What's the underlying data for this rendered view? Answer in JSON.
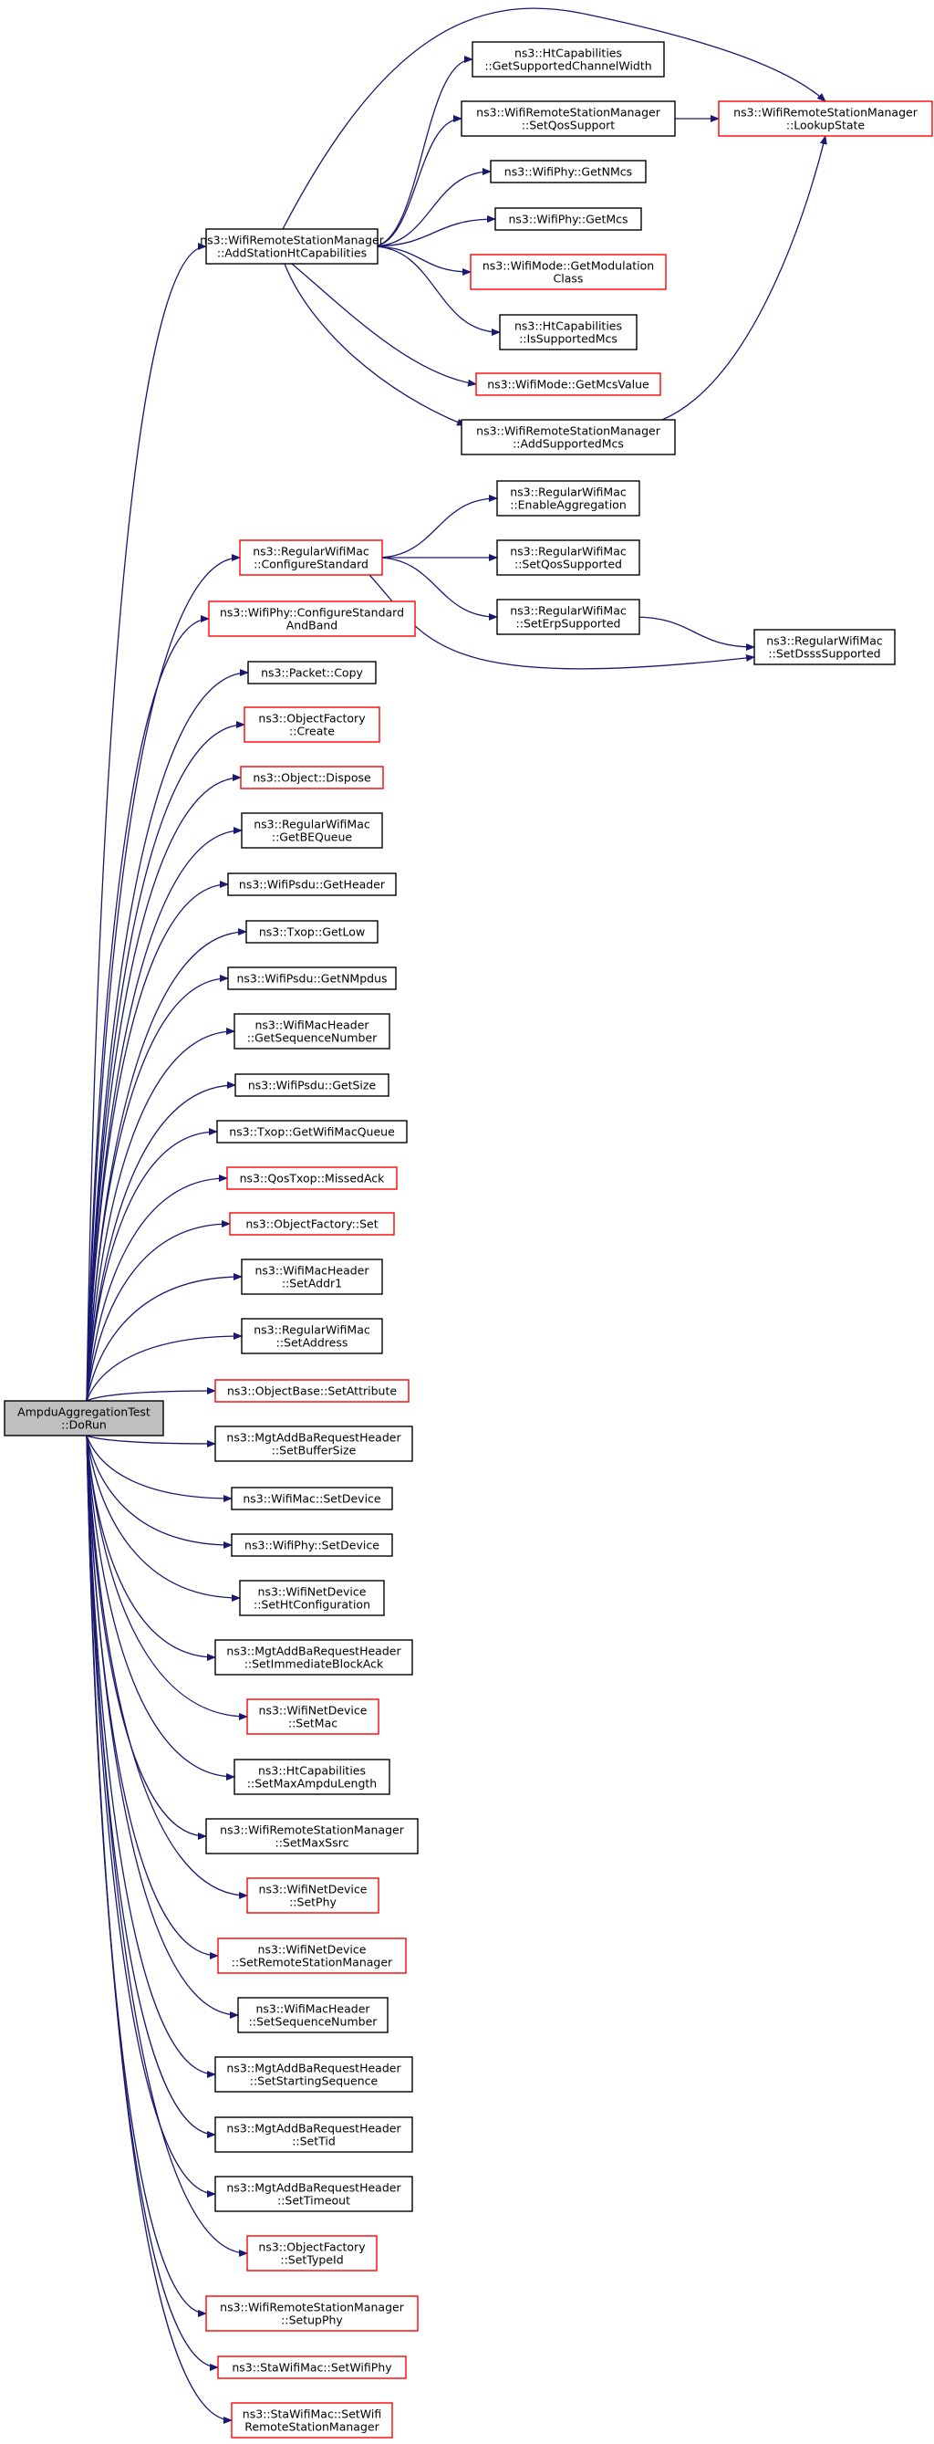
{
  "graph": {
    "title": "",
    "colors": {
      "edge": "#191970",
      "root_fill": "#bfbfbf",
      "node_fill": "#ffffff",
      "normal_border": "#000000",
      "truncated_border": "#ff0000"
    },
    "nodes": [
      {
        "id": "root",
        "lines": [
          "AmpduAggregationTest",
          "::DoRun"
        ],
        "status": "root"
      },
      {
        "id": "addHt",
        "lines": [
          "ns3::WifiRemoteStationManager",
          "::AddStationHtCapabilities"
        ],
        "status": "normal"
      },
      {
        "id": "getSupCW",
        "lines": [
          "ns3::HtCapabilities",
          "::GetSupportedChannelWidth"
        ],
        "status": "normal"
      },
      {
        "id": "setQos",
        "lines": [
          "ns3::WifiRemoteStationManager",
          "::SetQosSupport"
        ],
        "status": "normal"
      },
      {
        "id": "lookup",
        "lines": [
          "ns3::WifiRemoteStationManager",
          "::LookupState"
        ],
        "status": "truncated"
      },
      {
        "id": "getNMcs",
        "lines": [
          "ns3::WifiPhy::GetNMcs"
        ],
        "status": "normal"
      },
      {
        "id": "getMcs",
        "lines": [
          "ns3::WifiPhy::GetMcs"
        ],
        "status": "normal"
      },
      {
        "id": "getModClass",
        "lines": [
          "ns3::WifiMode::GetModulation",
          "Class"
        ],
        "status": "truncated"
      },
      {
        "id": "isSupMcs",
        "lines": [
          "ns3::HtCapabilities",
          "::IsSupportedMcs"
        ],
        "status": "normal"
      },
      {
        "id": "getMcsValue",
        "lines": [
          "ns3::WifiMode::GetMcsValue"
        ],
        "status": "truncated"
      },
      {
        "id": "addSupMcs",
        "lines": [
          "ns3::WifiRemoteStationManager",
          "::AddSupportedMcs"
        ],
        "status": "normal"
      },
      {
        "id": "confStd",
        "lines": [
          "ns3::RegularWifiMac",
          "::ConfigureStandard"
        ],
        "status": "truncated"
      },
      {
        "id": "enAgg",
        "lines": [
          "ns3::RegularWifiMac",
          "::EnableAggregation"
        ],
        "status": "normal"
      },
      {
        "id": "setQosSup",
        "lines": [
          "ns3::RegularWifiMac",
          "::SetQosSupported"
        ],
        "status": "normal"
      },
      {
        "id": "setErp",
        "lines": [
          "ns3::RegularWifiMac",
          "::SetErpSupported"
        ],
        "status": "normal"
      },
      {
        "id": "setDsss",
        "lines": [
          "ns3::RegularWifiMac",
          "::SetDsssSupported"
        ],
        "status": "normal"
      },
      {
        "id": "phyConfStd",
        "lines": [
          "ns3::WifiPhy::ConfigureStandard",
          "AndBand"
        ],
        "status": "truncated"
      },
      {
        "id": "pktCopy",
        "lines": [
          "ns3::Packet::Copy"
        ],
        "status": "normal"
      },
      {
        "id": "ofCreate",
        "lines": [
          "ns3::ObjectFactory",
          "::Create"
        ],
        "status": "truncated"
      },
      {
        "id": "objDispose",
        "lines": [
          "ns3::Object::Dispose"
        ],
        "status": "truncated"
      },
      {
        "id": "getBEQ",
        "lines": [
          "ns3::RegularWifiMac",
          "::GetBEQueue"
        ],
        "status": "normal"
      },
      {
        "id": "psduHeader",
        "lines": [
          "ns3::WifiPsdu::GetHeader"
        ],
        "status": "normal"
      },
      {
        "id": "txopLow",
        "lines": [
          "ns3::Txop::GetLow"
        ],
        "status": "normal"
      },
      {
        "id": "psduNMpdus",
        "lines": [
          "ns3::WifiPsdu::GetNMpdus"
        ],
        "status": "normal"
      },
      {
        "id": "hdrSeq",
        "lines": [
          "ns3::WifiMacHeader",
          "::GetSequenceNumber"
        ],
        "status": "normal"
      },
      {
        "id": "psduSize",
        "lines": [
          "ns3::WifiPsdu::GetSize"
        ],
        "status": "normal"
      },
      {
        "id": "txopQueue",
        "lines": [
          "ns3::Txop::GetWifiMacQueue"
        ],
        "status": "normal"
      },
      {
        "id": "missedAck",
        "lines": [
          "ns3::QosTxop::MissedAck"
        ],
        "status": "truncated"
      },
      {
        "id": "ofSet",
        "lines": [
          "ns3::ObjectFactory::Set"
        ],
        "status": "truncated"
      },
      {
        "id": "setAddr1",
        "lines": [
          "ns3::WifiMacHeader",
          "::SetAddr1"
        ],
        "status": "normal"
      },
      {
        "id": "setAddress",
        "lines": [
          "ns3::RegularWifiMac",
          "::SetAddress"
        ],
        "status": "normal"
      },
      {
        "id": "setAttr",
        "lines": [
          "ns3::ObjectBase::SetAttribute"
        ],
        "status": "truncated"
      },
      {
        "id": "setBufSize",
        "lines": [
          "ns3::MgtAddBaRequestHeader",
          "::SetBufferSize"
        ],
        "status": "normal"
      },
      {
        "id": "macSetDev",
        "lines": [
          "ns3::WifiMac::SetDevice"
        ],
        "status": "normal"
      },
      {
        "id": "phySetDev",
        "lines": [
          "ns3::WifiPhy::SetDevice"
        ],
        "status": "normal"
      },
      {
        "id": "setHtConf",
        "lines": [
          "ns3::WifiNetDevice",
          "::SetHtConfiguration"
        ],
        "status": "normal"
      },
      {
        "id": "setImmBA",
        "lines": [
          "ns3::MgtAddBaRequestHeader",
          "::SetImmediateBlockAck"
        ],
        "status": "normal"
      },
      {
        "id": "setMac",
        "lines": [
          "ns3::WifiNetDevice",
          "::SetMac"
        ],
        "status": "truncated"
      },
      {
        "id": "setMaxAmpdu",
        "lines": [
          "ns3::HtCapabilities",
          "::SetMaxAmpduLength"
        ],
        "status": "normal"
      },
      {
        "id": "setMaxSsrc",
        "lines": [
          "ns3::WifiRemoteStationManager",
          "::SetMaxSsrc"
        ],
        "status": "normal"
      },
      {
        "id": "setPhy",
        "lines": [
          "ns3::WifiNetDevice",
          "::SetPhy"
        ],
        "status": "truncated"
      },
      {
        "id": "setRSM",
        "lines": [
          "ns3::WifiNetDevice",
          "::SetRemoteStationManager"
        ],
        "status": "truncated"
      },
      {
        "id": "setSeqNum",
        "lines": [
          "ns3::WifiMacHeader",
          "::SetSequenceNumber"
        ],
        "status": "normal"
      },
      {
        "id": "setStartSeq",
        "lines": [
          "ns3::MgtAddBaRequestHeader",
          "::SetStartingSequence"
        ],
        "status": "normal"
      },
      {
        "id": "setTid",
        "lines": [
          "ns3::MgtAddBaRequestHeader",
          "::SetTid"
        ],
        "status": "normal"
      },
      {
        "id": "setTimeout",
        "lines": [
          "ns3::MgtAddBaRequestHeader",
          "::SetTimeout"
        ],
        "status": "normal"
      },
      {
        "id": "setTypeId",
        "lines": [
          "ns3::ObjectFactory",
          "::SetTypeId"
        ],
        "status": "truncated"
      },
      {
        "id": "setupPhy",
        "lines": [
          "ns3::WifiRemoteStationManager",
          "::SetupPhy"
        ],
        "status": "truncated"
      },
      {
        "id": "staSetPhy",
        "lines": [
          "ns3::StaWifiMac::SetWifiPhy"
        ],
        "status": "truncated"
      },
      {
        "id": "staSetRSM",
        "lines": [
          "ns3::StaWifiMac::SetWifi",
          "RemoteStationManager"
        ],
        "status": "truncated"
      }
    ],
    "edges": [
      {
        "from": "root",
        "to": "addHt"
      },
      {
        "from": "root",
        "to": "confStd"
      },
      {
        "from": "root",
        "to": "phyConfStd"
      },
      {
        "from": "root",
        "to": "pktCopy"
      },
      {
        "from": "root",
        "to": "ofCreate"
      },
      {
        "from": "root",
        "to": "objDispose"
      },
      {
        "from": "root",
        "to": "getBEQ"
      },
      {
        "from": "root",
        "to": "psduHeader"
      },
      {
        "from": "root",
        "to": "txopLow"
      },
      {
        "from": "root",
        "to": "psduNMpdus"
      },
      {
        "from": "root",
        "to": "hdrSeq"
      },
      {
        "from": "root",
        "to": "psduSize"
      },
      {
        "from": "root",
        "to": "txopQueue"
      },
      {
        "from": "root",
        "to": "missedAck"
      },
      {
        "from": "root",
        "to": "ofSet"
      },
      {
        "from": "root",
        "to": "setAddr1"
      },
      {
        "from": "root",
        "to": "setAddress"
      },
      {
        "from": "root",
        "to": "setAttr"
      },
      {
        "from": "root",
        "to": "setBufSize"
      },
      {
        "from": "root",
        "to": "macSetDev"
      },
      {
        "from": "root",
        "to": "phySetDev"
      },
      {
        "from": "root",
        "to": "setHtConf"
      },
      {
        "from": "root",
        "to": "setImmBA"
      },
      {
        "from": "root",
        "to": "setMac"
      },
      {
        "from": "root",
        "to": "setMaxAmpdu"
      },
      {
        "from": "root",
        "to": "setMaxSsrc"
      },
      {
        "from": "root",
        "to": "setPhy"
      },
      {
        "from": "root",
        "to": "setRSM"
      },
      {
        "from": "root",
        "to": "setSeqNum"
      },
      {
        "from": "root",
        "to": "setStartSeq"
      },
      {
        "from": "root",
        "to": "setTid"
      },
      {
        "from": "root",
        "to": "setTimeout"
      },
      {
        "from": "root",
        "to": "setTypeId"
      },
      {
        "from": "root",
        "to": "setupPhy"
      },
      {
        "from": "root",
        "to": "staSetPhy"
      },
      {
        "from": "root",
        "to": "staSetRSM"
      },
      {
        "from": "addHt",
        "to": "getSupCW"
      },
      {
        "from": "addHt",
        "to": "setQos"
      },
      {
        "from": "addHt",
        "to": "lookup"
      },
      {
        "from": "addHt",
        "to": "getNMcs"
      },
      {
        "from": "addHt",
        "to": "getMcs"
      },
      {
        "from": "addHt",
        "to": "getModClass"
      },
      {
        "from": "addHt",
        "to": "isSupMcs"
      },
      {
        "from": "addHt",
        "to": "getMcsValue"
      },
      {
        "from": "addHt",
        "to": "addSupMcs"
      },
      {
        "from": "setQos",
        "to": "lookup"
      },
      {
        "from": "addSupMcs",
        "to": "lookup"
      },
      {
        "from": "confStd",
        "to": "enAgg"
      },
      {
        "from": "confStd",
        "to": "setQosSup"
      },
      {
        "from": "confStd",
        "to": "setErp"
      },
      {
        "from": "confStd",
        "to": "setDsss"
      },
      {
        "from": "setErp",
        "to": "setDsss"
      }
    ]
  }
}
